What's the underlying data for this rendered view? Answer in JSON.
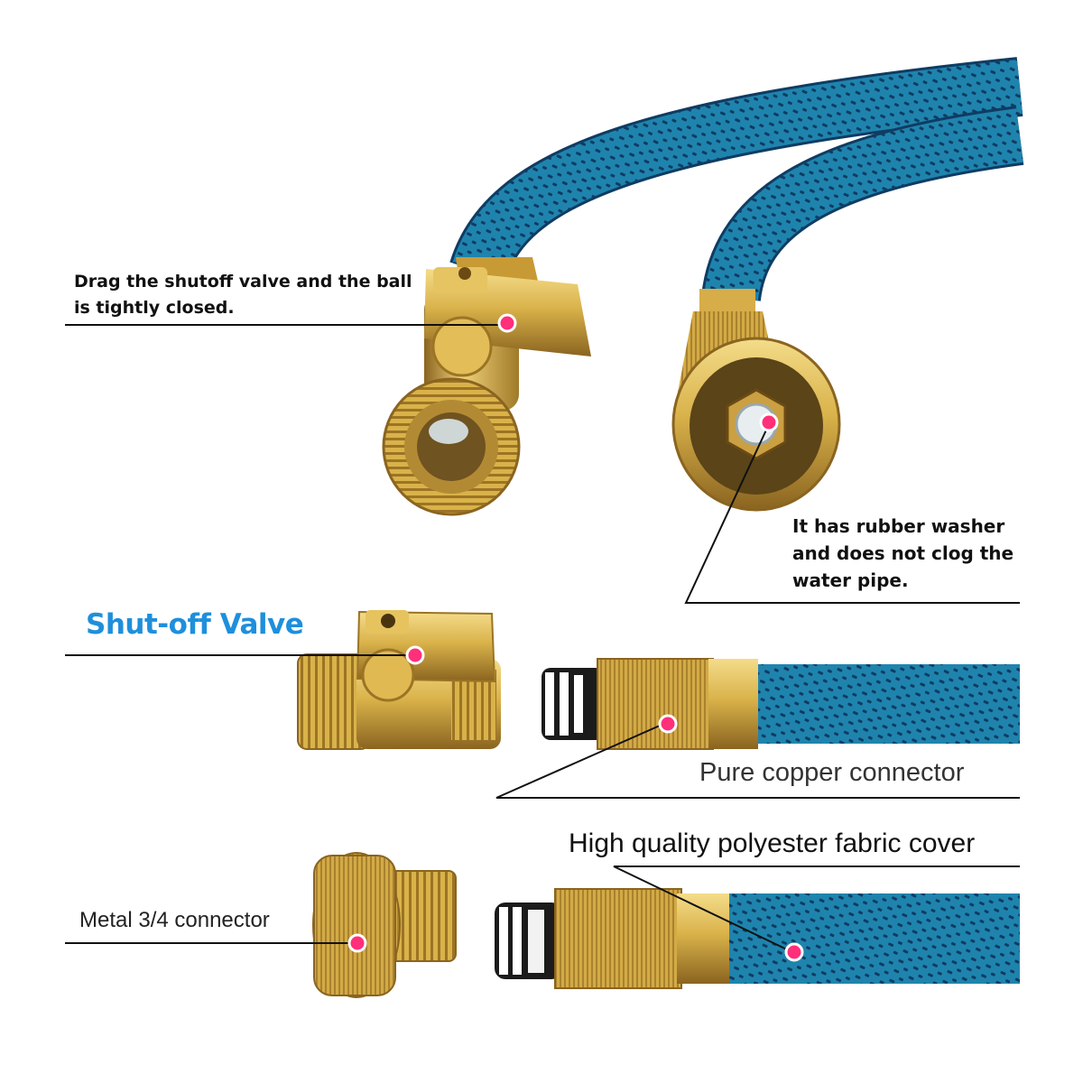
{
  "callouts": {
    "shutoff_valve_closing": "Drag the shutoff valve and the ball is tightly closed.",
    "rubber_washer": "It has rubber washer and does not clog the water pipe.",
    "shutoff_valve_title": "Shut-off Valve",
    "copper_connector": "Pure copper connector",
    "fabric_cover": "High quality polyester fabric cover",
    "metal_connector": "Metal 3/4 connector"
  },
  "colors": {
    "hose_blue": "#1f84ad",
    "hose_dark_pattern": "#0f3c63",
    "brass": "#d9b24a",
    "brass_dark": "#9c7424",
    "marker_pink": "#ff2f7a",
    "title_blue": "#1e8fdc"
  }
}
